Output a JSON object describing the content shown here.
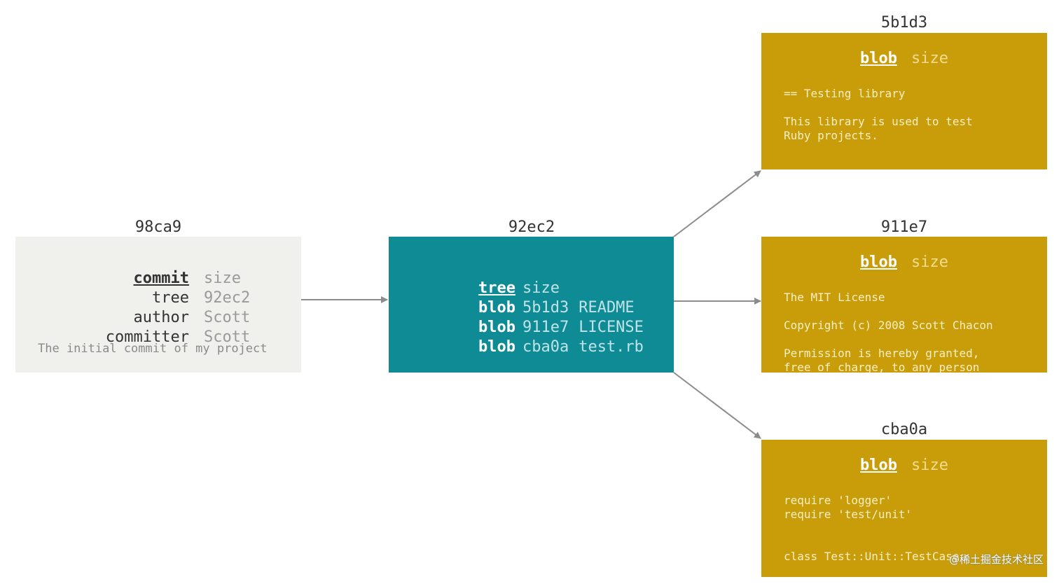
{
  "commit": {
    "id": "98ca9",
    "rows": [
      {
        "key": "commit",
        "value": "size"
      },
      {
        "key": "tree",
        "value": "92ec2"
      },
      {
        "key": "author",
        "value": "Scott"
      },
      {
        "key": "committer",
        "value": "Scott"
      }
    ],
    "message": "The initial commit of my project"
  },
  "tree": {
    "id": "92ec2",
    "header": {
      "type": "tree",
      "value": "size"
    },
    "entries": [
      {
        "type": "blob",
        "hash": "5b1d3",
        "name": "README"
      },
      {
        "type": "blob",
        "hash": "911e7",
        "name": "LICENSE"
      },
      {
        "type": "blob",
        "hash": "cba0a",
        "name": "test.rb"
      }
    ]
  },
  "blobs": [
    {
      "id": "5b1d3",
      "type": "blob",
      "size": "size",
      "lines": [
        "== Testing library",
        "",
        "This library is used to test",
        "Ruby projects."
      ]
    },
    {
      "id": "911e7",
      "type": "blob",
      "size": "size",
      "lines": [
        "The MIT License",
        "",
        "Copyright (c) 2008 Scott Chacon",
        "",
        "Permission is hereby granted,",
        "free of charge, to any person"
      ]
    },
    {
      "id": "cba0a",
      "type": "blob",
      "size": "size",
      "lines": [
        "require 'logger'",
        "require 'test/unit'",
        "",
        "",
        "class Test::Unit::TestCase"
      ]
    }
  ],
  "watermark": "@稀土掘金技术社区",
  "colors": {
    "commit_bg": "#f0f0ec",
    "tree_bg": "#0e8b95",
    "blob_bg": "#c99d0a",
    "arrow": "#8c8c8c"
  }
}
